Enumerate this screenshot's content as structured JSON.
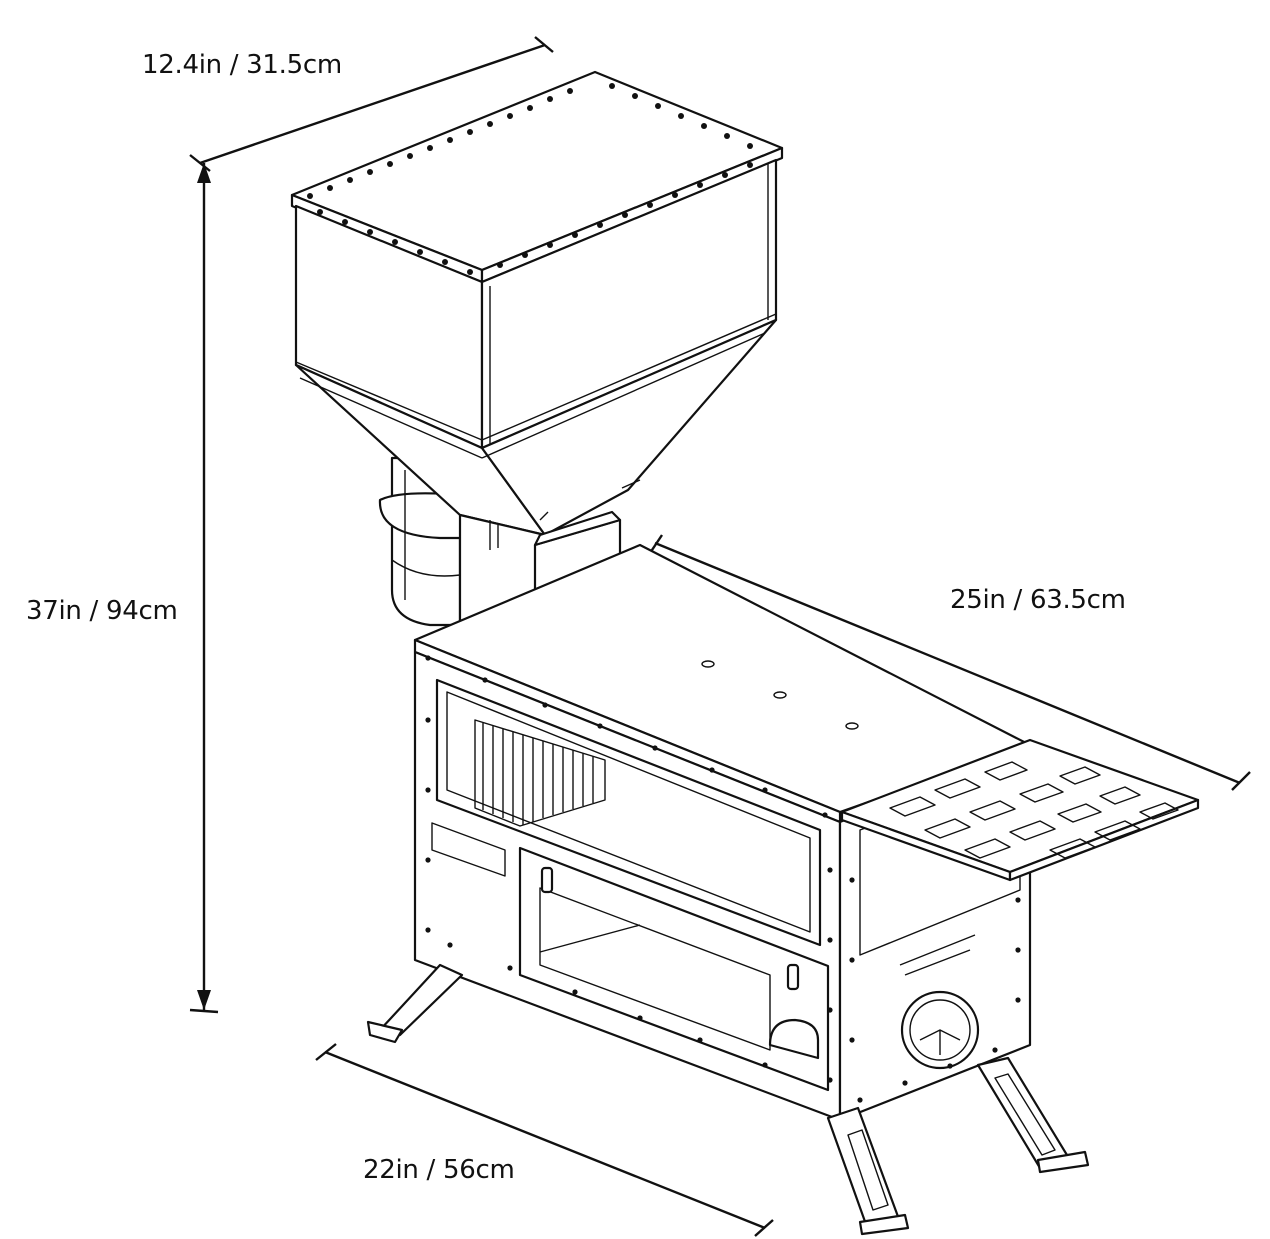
{
  "dimensions": {
    "depth": "12.4in / 31.5cm",
    "height": "37in / 94cm",
    "width": "25in / 63.5cm",
    "length": "22in / 56cm"
  },
  "colors": {
    "line": "#111111",
    "background": "#ffffff"
  }
}
